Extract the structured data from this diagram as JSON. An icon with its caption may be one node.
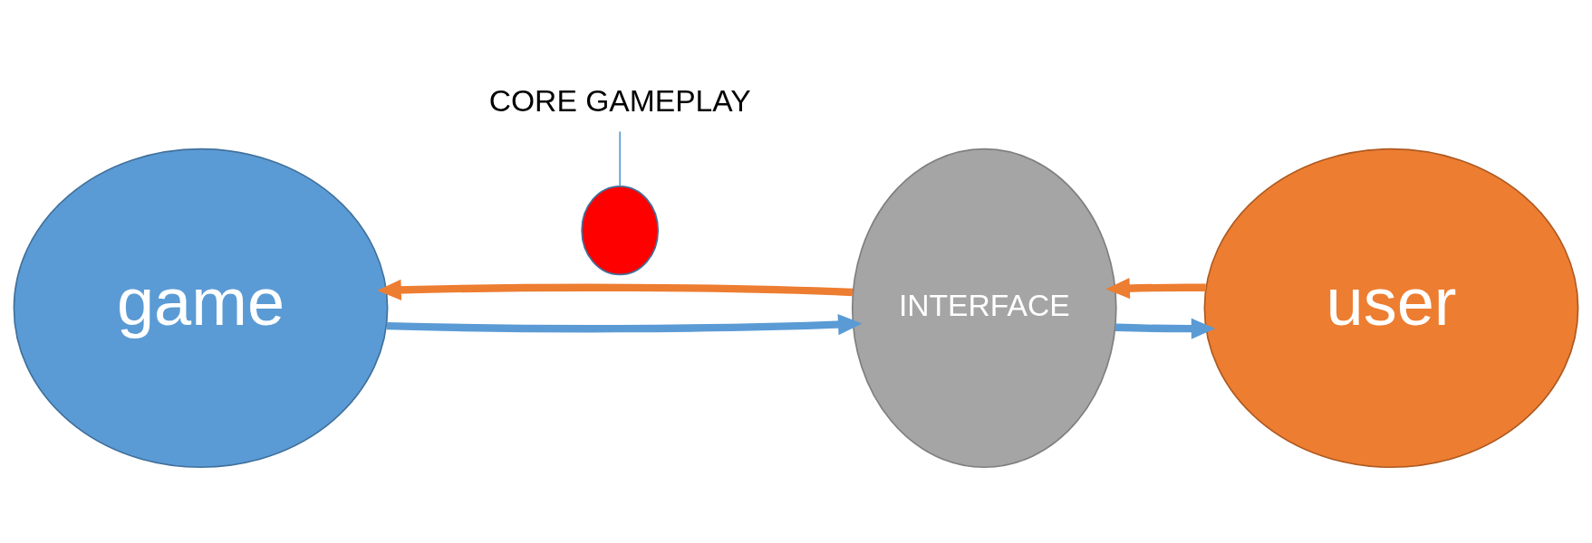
{
  "diagram": {
    "nodes": [
      {
        "text": [
          "CORE GAMEPLAY"
        ]
      },
      {
        "text": [
          "game"
        ]
      },
      {
        "text": [],
        "shape": "circle"
      },
      {
        "text": [
          "INTERFACE"
        ]
      },
      {
        "text": [
          "user"
        ]
      }
    ],
    "edges": [
      {
        "from": 3,
        "to": 1,
        "arrow": "to",
        "color": "#ed7d31"
      },
      {
        "from": 4,
        "to": 3,
        "arrow": "to",
        "color": "#ed7d31"
      },
      {
        "from": 1,
        "to": 3,
        "arrow": "to",
        "color": "#5b9bd5"
      },
      {
        "from": 3,
        "to": 4,
        "arrow": "to",
        "color": "#5b9bd5"
      },
      {
        "from": 0,
        "to": 2,
        "arrow": "none",
        "color": "#5b9bd5"
      }
    ]
  }
}
